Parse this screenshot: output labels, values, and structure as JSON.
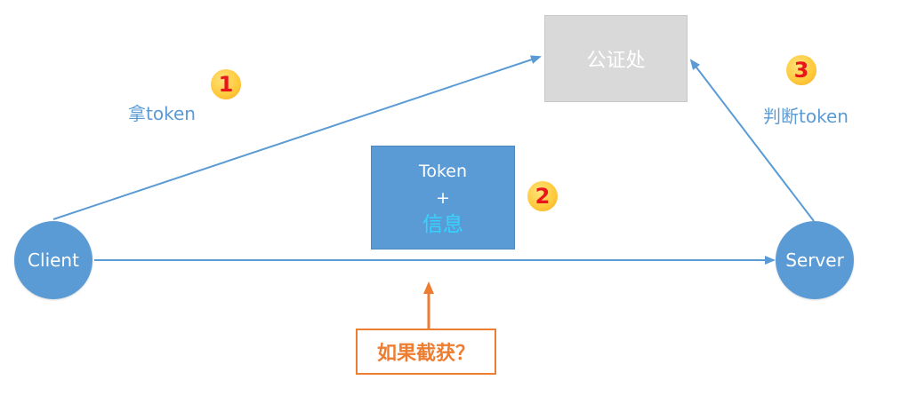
{
  "nodes": {
    "client": "Client",
    "server": "Server",
    "authority": "公证处"
  },
  "payload": {
    "line1": "Token",
    "line2": "+",
    "line3": "信息"
  },
  "steps": [
    {
      "number": "1",
      "label": "拿token"
    },
    {
      "number": "2",
      "label": ""
    },
    {
      "number": "3",
      "label": "判断token"
    }
  ],
  "intercept_label": "如果截获？",
  "colors": {
    "node_blue": "#5b9bd5",
    "authority_gray": "#d9d9d9",
    "info_cyan": "#35d4ff",
    "badge_red": "#e8151b",
    "badge_yellow": "#ffc93a",
    "intercept_orange": "#ed7d31"
  }
}
